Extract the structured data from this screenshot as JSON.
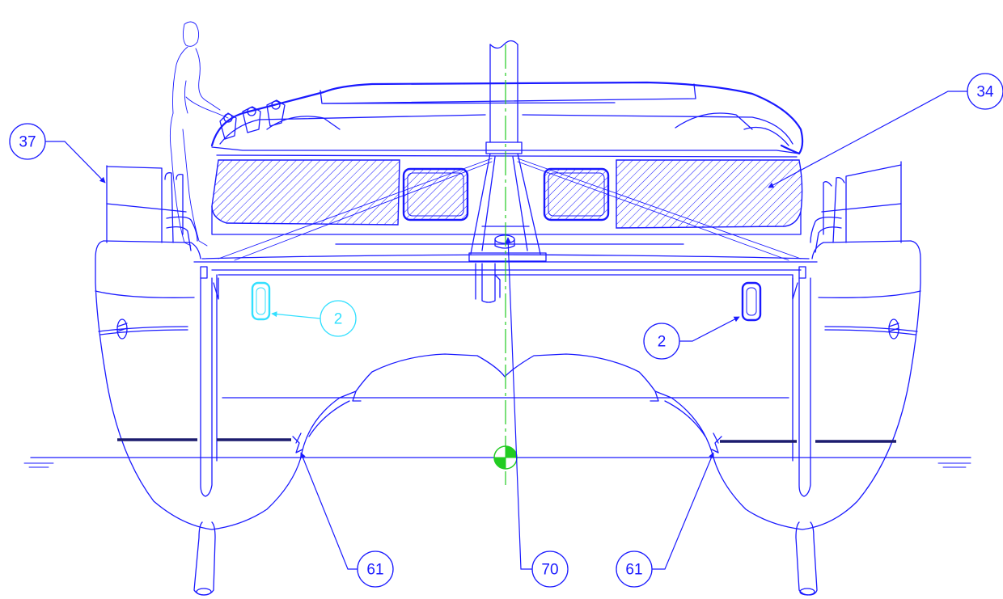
{
  "callouts": {
    "c37": {
      "label": "37"
    },
    "c34": {
      "label": "34"
    },
    "c2_cyan": {
      "label": "2"
    },
    "c2": {
      "label": "2"
    },
    "c61_left": {
      "label": "61"
    },
    "c70": {
      "label": "70"
    },
    "c61_right": {
      "label": "61"
    }
  },
  "colors": {
    "line": "#1a1aff",
    "highlight": "#33e0ff",
    "centerline": "#22cc22",
    "waterline_mark": "#1c1c6e",
    "background": "#ffffff"
  }
}
